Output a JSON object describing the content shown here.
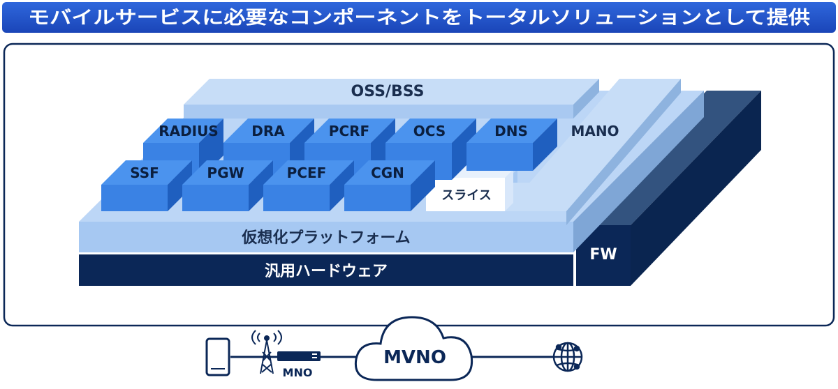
{
  "title": "モバイルサービスに必要なコンポーネントをトータルソリューションとして提供",
  "layers": {
    "oss_bss": "OSS/BSS",
    "mano": "MANO",
    "virtual_platform": "仮想化プラットフォーム",
    "hardware": "汎用ハードウェア",
    "fw": "FW",
    "slice": "スライス"
  },
  "functions_row1": [
    "RADIUS",
    "DRA",
    "PCRF",
    "OCS",
    "DNS"
  ],
  "functions_row2": [
    "SSF",
    "PGW",
    "PCEF",
    "CGN"
  ],
  "network": {
    "mno": "MNO",
    "mvno": "MVNO"
  },
  "colors": {
    "title_bg": "#1f4fc4",
    "navy": "#0b2757",
    "light_blue": "#a6c8f2",
    "block_blue": "#3b83e6"
  }
}
